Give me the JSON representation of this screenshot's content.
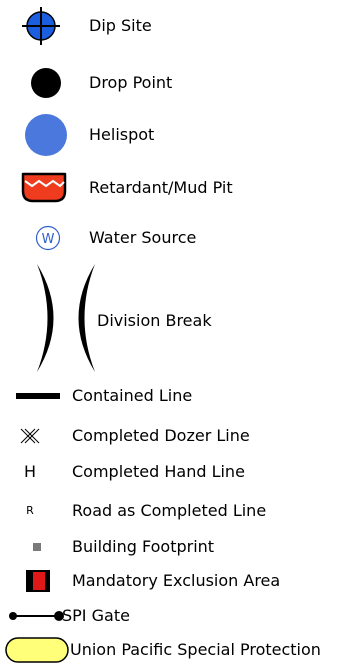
{
  "legend": {
    "items": [
      {
        "label": "Dip Site",
        "icon": "dip-site-crosshair-icon"
      },
      {
        "label": "Drop Point",
        "icon": "black-filled-circle-icon"
      },
      {
        "label": "Helispot",
        "icon": "blue-filled-circle-icon"
      },
      {
        "label": "Retardant/Mud Pit",
        "icon": "red-pit-bowl-icon"
      },
      {
        "label": "Water Source",
        "icon": "circled-w-icon",
        "symbol_text": "W"
      },
      {
        "label": "Division Break",
        "icon": "division-break-brackets-icon"
      },
      {
        "label": "Contained Line",
        "icon": "thick-black-line-icon"
      },
      {
        "label": "Completed Dozer Line",
        "icon": "crossed-x-dozer-icon"
      },
      {
        "label": "Completed Hand Line",
        "icon": "letter-h-icon",
        "symbol_text": "H"
      },
      {
        "label": "Road as Completed Line",
        "icon": "letter-r-icon",
        "symbol_text": "R"
      },
      {
        "label": "Building Footprint",
        "icon": "small-gray-square-icon"
      },
      {
        "label": "Mandatory Exclusion Area",
        "icon": "red-black-square-icon"
      },
      {
        "label": "SPI Gate",
        "icon": "gate-line-dots-icon"
      },
      {
        "label": "Union Pacific Special Protection",
        "icon": "yellow-oval-icon"
      }
    ]
  },
  "colors": {
    "dip_site_fill": "#1a5fe0",
    "helispot_fill": "#4a78dc",
    "retardant_fill": "#f03c1e",
    "water_source_stroke": "#2f5fd0",
    "exclusion_red": "#e01818",
    "building_gray": "#7a7a7a",
    "union_pacific_yellow": "#ffff7a"
  }
}
